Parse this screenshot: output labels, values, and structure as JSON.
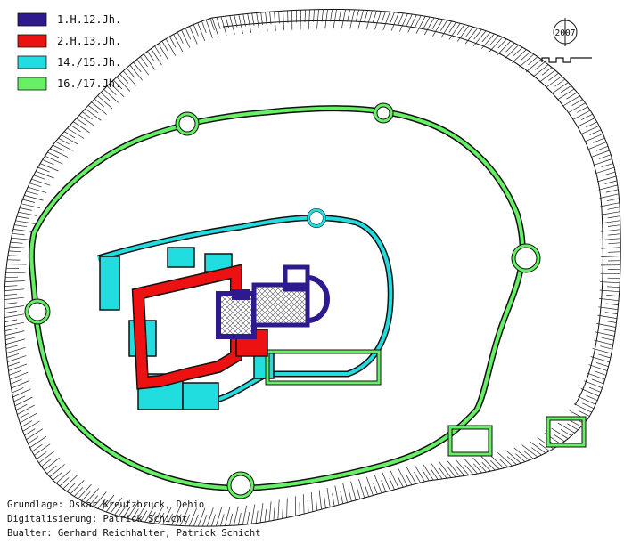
{
  "legend": [
    {
      "label": "1.H.12.Jh.",
      "color": "#2e1a8c"
    },
    {
      "label": "2.H.13.Jh.",
      "color": "#ee1111"
    },
    {
      "label": "14./15.Jh.",
      "color": "#22dde0"
    },
    {
      "label": "16./17.Jh.",
      "color": "#66f066"
    }
  ],
  "north_arrow": {
    "year": "2007"
  },
  "credits": {
    "grundlage": "Grundlage: Oskar Kreutzbruck, Dehio",
    "digitalisierung": "Digitalisierung: Patrick Schicht",
    "baualter": "Bualter: Gerhard Reichhalter, Patrick Schicht"
  },
  "colors": {
    "line": "#111111",
    "background": "#ffffff"
  }
}
